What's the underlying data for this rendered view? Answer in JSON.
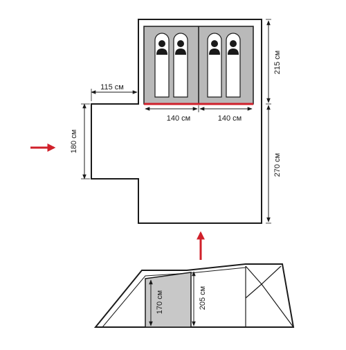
{
  "floor_plan": {
    "dimensions": {
      "porch_offset": "115 см",
      "porch_height": "180 см",
      "bedroom_left_width": "140 см",
      "bedroom_right_width": "140 см",
      "bedroom_depth": "215 см",
      "vestibule_depth": "270 см"
    },
    "sleeping_bags_count": 4,
    "colors": {
      "outline": "#1a1a1a",
      "bedroom_fill": "#b9b9b9",
      "bag_fill": "#ffffff",
      "floor_edge": "#d0202a",
      "arrow": "#d0202a"
    }
  },
  "side_view": {
    "dimensions": {
      "height_total": "205 см",
      "height_inner": "170 см"
    },
    "colors": {
      "inner_fill": "#c8c8c8",
      "outline": "#1a1a1a"
    }
  }
}
